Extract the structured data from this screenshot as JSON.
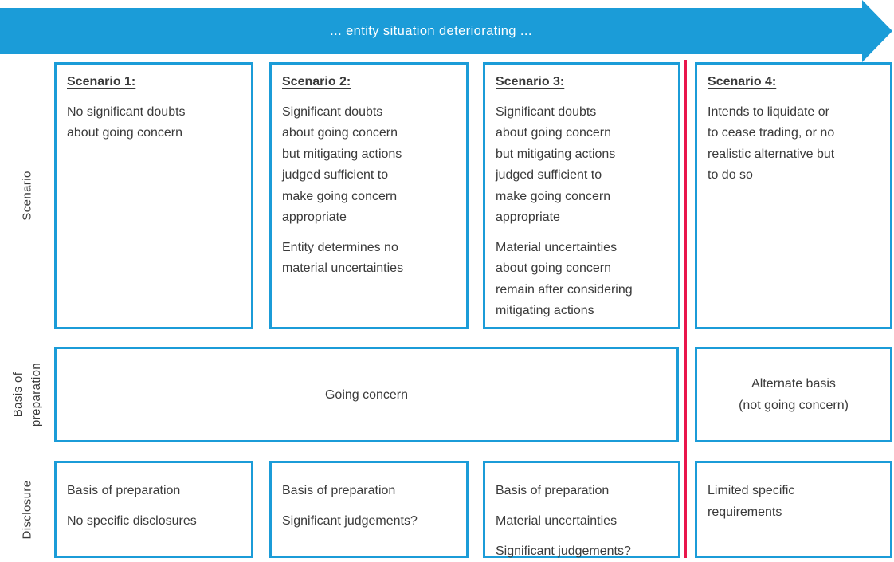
{
  "colors": {
    "blue": "#1B9CD8",
    "red": "#E9164B",
    "text": "#3A3A3A"
  },
  "banner": {
    "text": "... entity situation deteriorating ..."
  },
  "row_labels": {
    "scenario": "Scenario",
    "basis": "Basis of\npreparation",
    "disclosure": "Disclosure"
  },
  "scenarios": [
    {
      "heading": "Scenario 1:",
      "paragraphs": [
        "No significant doubts\nabout going concern"
      ]
    },
    {
      "heading": "Scenario 2:",
      "paragraphs": [
        "Significant doubts\nabout going concern\nbut mitigating actions\njudged sufficient to\nmake going concern\nappropriate",
        "Entity determines no\nmaterial uncertainties"
      ]
    },
    {
      "heading": "Scenario 3:",
      "paragraphs": [
        "Significant doubts\nabout going concern\nbut mitigating actions\njudged sufficient to\nmake going concern\nappropriate",
        "Material uncertainties\nabout going concern\nremain after considering\nmitigating actions"
      ]
    },
    {
      "heading": "Scenario 4:",
      "paragraphs": [
        "Intends to liquidate or\nto cease trading, or no\nrealistic alternative but\nto do so"
      ]
    }
  ],
  "basis": {
    "going_concern": "Going concern",
    "alternate": "Alternate basis\n(not going concern)"
  },
  "disclosure": [
    {
      "paragraphs": [
        "Basis of preparation",
        "No specific disclosures"
      ]
    },
    {
      "paragraphs": [
        "Basis of preparation",
        "Significant judgements?"
      ]
    },
    {
      "paragraphs": [
        "Basis of preparation",
        "Material uncertainties",
        "Significant judgements?"
      ]
    },
    {
      "paragraphs": [
        "Limited specific\nrequirements"
      ]
    }
  ]
}
